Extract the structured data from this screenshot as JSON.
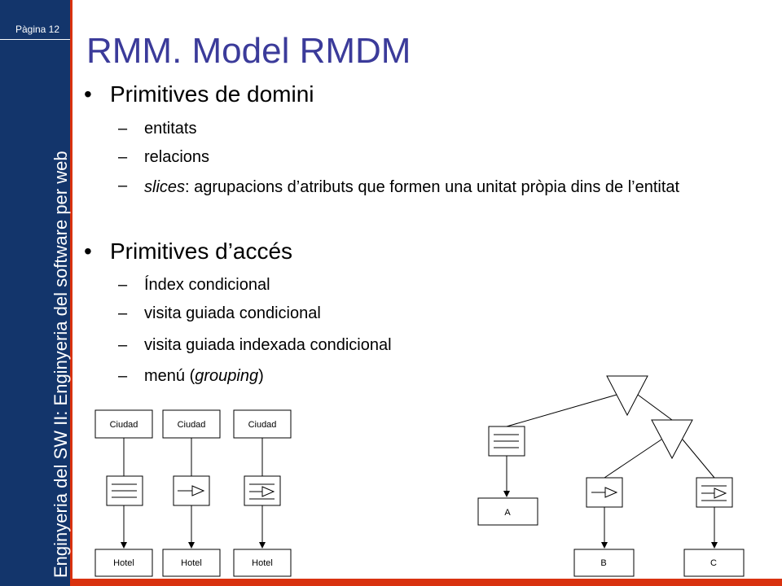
{
  "sidebar": {
    "page_label": "Pàgina 12",
    "vertical_title": "Enginyeria del SW II: Enginyeria del software per web"
  },
  "slide": {
    "title": "RMM. Model RMDM",
    "bullet_mark": "•",
    "dash_mark": "–",
    "bullets": [
      {
        "label": "Primitives de domini",
        "items": [
          {
            "text": "entitats"
          },
          {
            "text": "relacions"
          },
          {
            "italic": "slices",
            "text": ": agrupacions d’atributs que formen una unitat pròpia dins de l’entitat"
          }
        ]
      },
      {
        "label": "Primitives d’accés",
        "items": [
          {
            "text": "Índex condicional"
          },
          {
            "text": "visita guiada condicional"
          },
          {
            "text": "visita guiada indexada condicional"
          },
          {
            "text": "menú (",
            "italic": "grouping",
            "text_after": ")"
          }
        ]
      }
    ]
  },
  "diagram_left": {
    "top_labels": [
      "Ciudad",
      "Ciudad",
      "Ciudad"
    ],
    "bottom_labels": [
      "Hotel",
      "Hotel",
      "Hotel"
    ],
    "primitive_icons": [
      "index-icon",
      "guided-tour-icon",
      "indexed-guided-tour-icon"
    ]
  },
  "diagram_right": {
    "labels": [
      "A",
      "B",
      "C"
    ],
    "icons": [
      "menu-triangle-icon",
      "menu-triangle-icon",
      "index-icon",
      "guided-tour-icon",
      "indexed-guided-tour-icon"
    ]
  },
  "colors": {
    "sidebar": "#13356b",
    "accent": "#d9320f",
    "title": "#3b3b9a"
  }
}
